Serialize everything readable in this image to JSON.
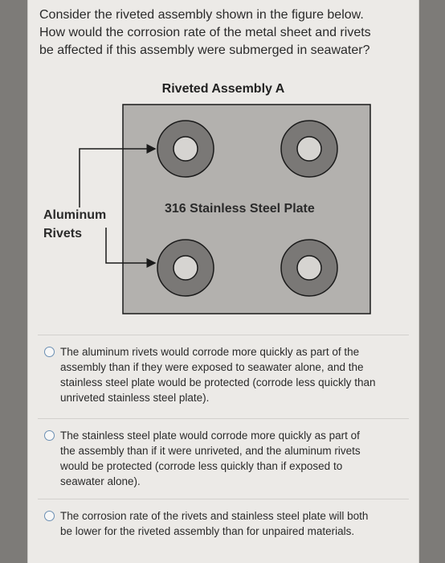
{
  "question": {
    "line1": "Consider the riveted assembly shown in the figure below.",
    "line2": "How would the corrosion rate of the metal sheet and rivets",
    "line3": "be affected if this assembly were submerged in seawater?"
  },
  "figure": {
    "title": "Riveted Assembly A",
    "rivets_label_1": "Aluminum",
    "rivets_label_2": "Rivets",
    "plate_label": "316 Stainless Steel Plate"
  },
  "options": [
    {
      "lines": [
        "The aluminum rivets would corrode more quickly as part of the",
        "assembly than if they were exposed to seawater alone, and the",
        "stainless steel plate would be protected (corrode less quickly than",
        "unriveted stainless steel plate)."
      ]
    },
    {
      "lines": [
        "The stainless steel plate would corrode more quickly as part of",
        "the assembly than if it were unriveted, and the aluminum rivets",
        "would be protected (corrode less quickly than if exposed to",
        "seawater alone)."
      ]
    },
    {
      "lines": [
        "The corrosion rate of the rivets and stainless steel plate will both",
        "be lower for the riveted assembly than for unpaired materials."
      ]
    }
  ],
  "colors": {
    "plate_fill": "#b3b1ae",
    "rivet_outer": "#7a7876",
    "rivet_inner": "#d6d4d1",
    "radio_border": "#6b8fb3"
  }
}
